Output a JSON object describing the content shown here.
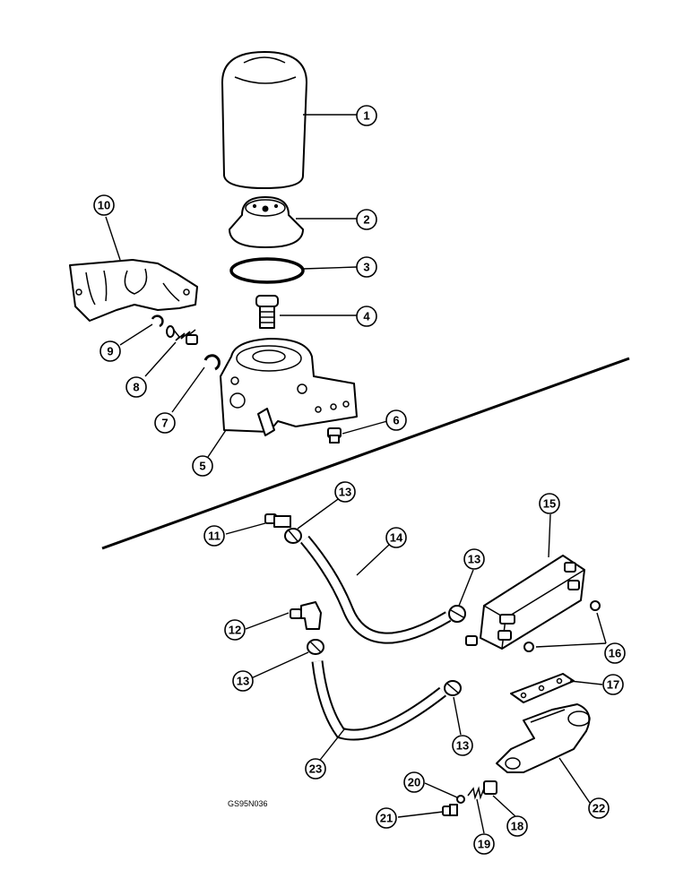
{
  "drawing_code": "GS95N036",
  "callouts": [
    {
      "id": "c1",
      "label": "1"
    },
    {
      "id": "c2",
      "label": "2"
    },
    {
      "id": "c3",
      "label": "3"
    },
    {
      "id": "c4",
      "label": "4"
    },
    {
      "id": "c5",
      "label": "5"
    },
    {
      "id": "c6",
      "label": "6"
    },
    {
      "id": "c7",
      "label": "7"
    },
    {
      "id": "c8",
      "label": "8"
    },
    {
      "id": "c9",
      "label": "9"
    },
    {
      "id": "c10",
      "label": "10"
    },
    {
      "id": "c11",
      "label": "11"
    },
    {
      "id": "c12",
      "label": "12"
    },
    {
      "id": "c13a",
      "label": "13"
    },
    {
      "id": "c13b",
      "label": "13"
    },
    {
      "id": "c13c",
      "label": "13"
    },
    {
      "id": "c13d",
      "label": "13"
    },
    {
      "id": "c14",
      "label": "14"
    },
    {
      "id": "c15",
      "label": "15"
    },
    {
      "id": "c16",
      "label": "16"
    },
    {
      "id": "c17",
      "label": "17"
    },
    {
      "id": "c18",
      "label": "18"
    },
    {
      "id": "c19",
      "label": "19"
    },
    {
      "id": "c20",
      "label": "20"
    },
    {
      "id": "c21",
      "label": "21"
    },
    {
      "id": "c22",
      "label": "22"
    },
    {
      "id": "c23",
      "label": "23"
    }
  ]
}
